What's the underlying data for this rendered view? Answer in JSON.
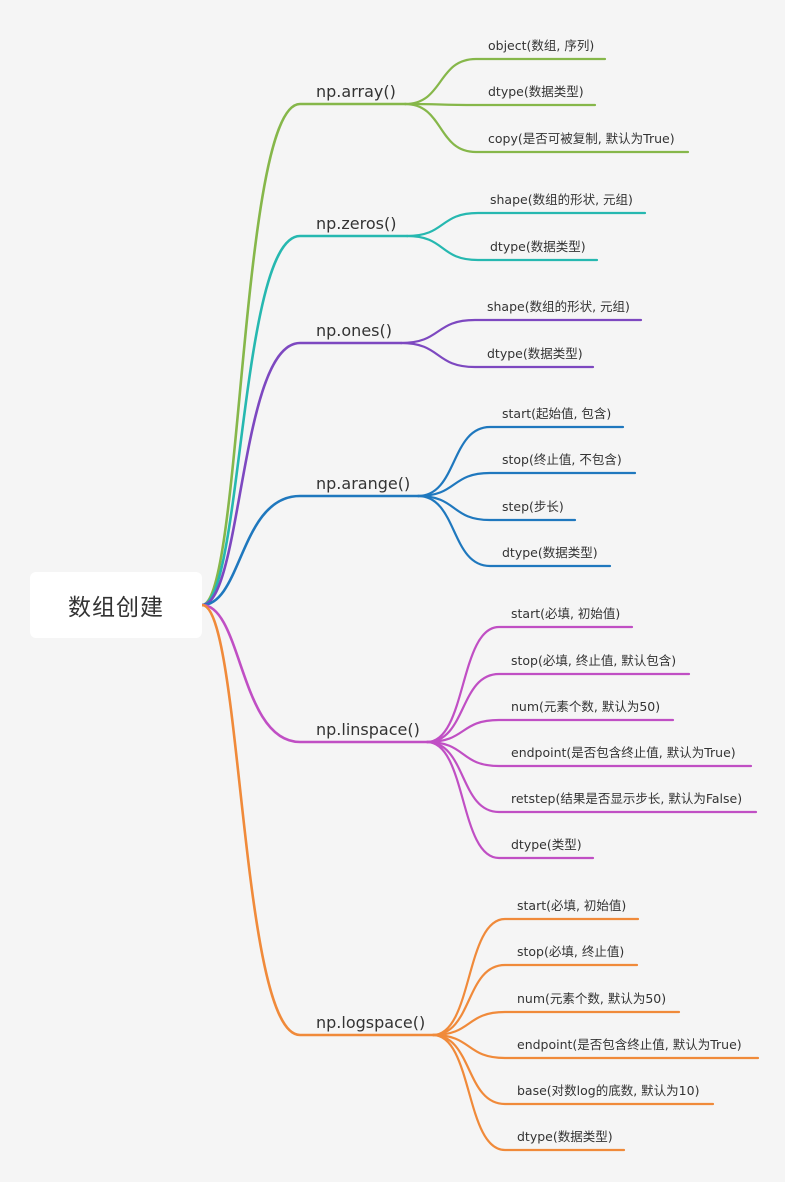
{
  "root": {
    "label": "数组创建"
  },
  "branches": [
    {
      "label": "np.array()",
      "color": "#86b74a",
      "children": [
        "object(数组, 序列)",
        "dtype(数据类型)",
        "copy(是否可被复制, 默认为True)"
      ]
    },
    {
      "label": "np.zeros()",
      "color": "#26b8b0",
      "children": [
        "shape(数组的形状, 元组)",
        "dtype(数据类型)"
      ]
    },
    {
      "label": "np.ones()",
      "color": "#7d48c0",
      "children": [
        "shape(数组的形状, 元组)",
        "dtype(数据类型)"
      ]
    },
    {
      "label": "np.arange()",
      "color": "#1f78be",
      "children": [
        "start(起始值, 包含)",
        "stop(终止值, 不包含)",
        "step(步长)",
        "dtype(数据类型)"
      ]
    },
    {
      "label": "np.linspace()",
      "color": "#c04fc4",
      "children": [
        "start(必填, 初始值)",
        "stop(必填, 终止值, 默认包含)",
        "num(元素个数, 默认为50)",
        "endpoint(是否包含终止值, 默认为True)",
        "retstep(结果是否显示步长, 默认为False)",
        "dtype(类型)"
      ]
    },
    {
      "label": "np.logspace()",
      "color": "#f08a3a",
      "children": [
        "start(必填, 初始值)",
        "stop(必填, 终止值)",
        "num(元素个数, 默认为50)",
        "endpoint(是否包含终止值, 默认为True)",
        "base(对数log的底数, 默认为10)",
        "dtype(数据类型)"
      ]
    }
  ]
}
